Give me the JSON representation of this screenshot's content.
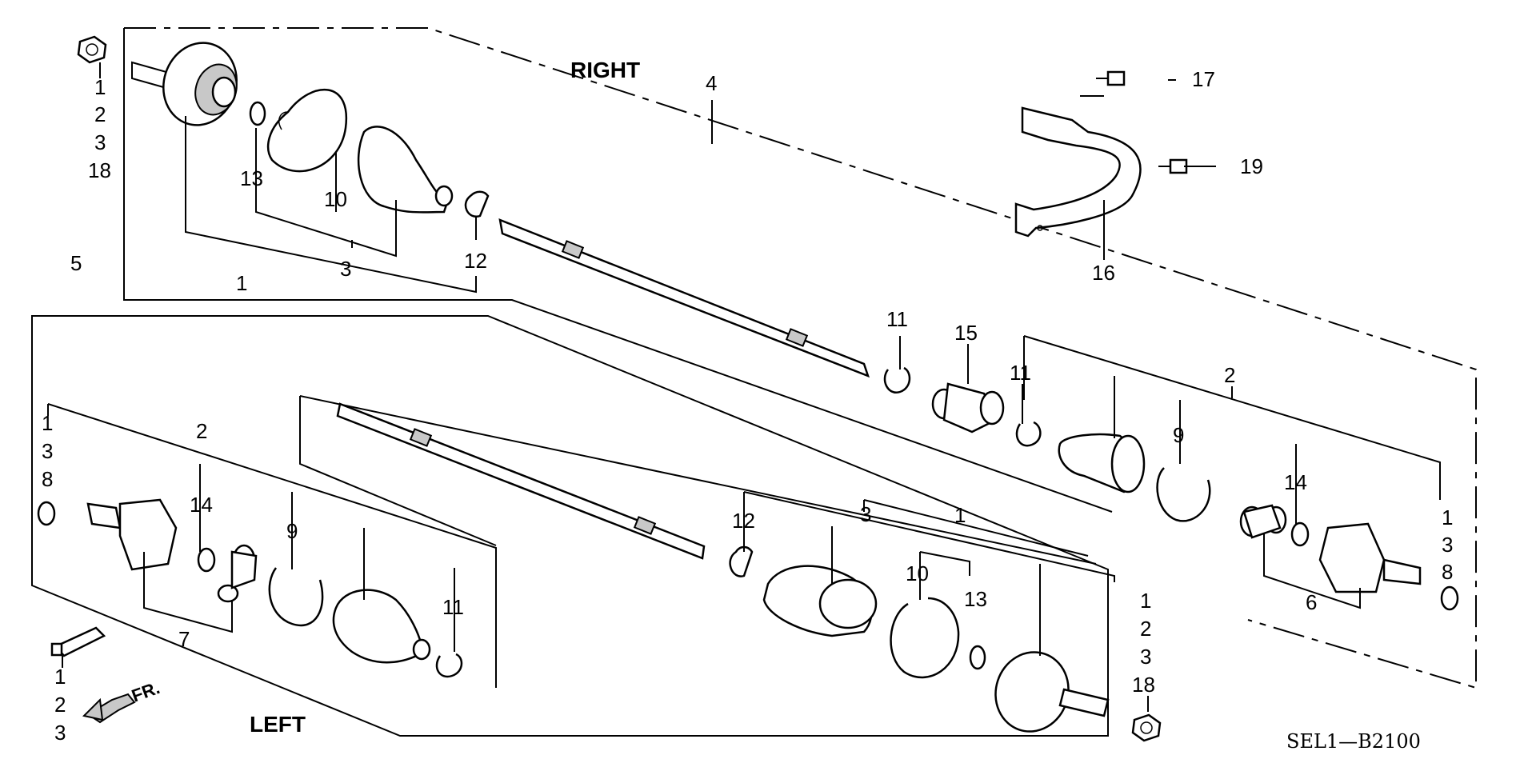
{
  "diagram": {
    "section_labels": {
      "right": "RIGHT",
      "left": "LEFT",
      "front": "FR."
    },
    "drawing_code": "SEL1—B2100",
    "callouts": [
      {
        "id": "c-tl-1",
        "text": "1"
      },
      {
        "id": "c-tl-2",
        "text": "2"
      },
      {
        "id": "c-tl-3",
        "text": "3"
      },
      {
        "id": "c-tl-18",
        "text": "18"
      },
      {
        "id": "c-r-13",
        "text": "13"
      },
      {
        "id": "c-r-10",
        "text": "10"
      },
      {
        "id": "c-r-3",
        "text": "3"
      },
      {
        "id": "c-r-1",
        "text": "1"
      },
      {
        "id": "c-r-12",
        "text": "12"
      },
      {
        "id": "c-r-4",
        "text": "4"
      },
      {
        "id": "c-17",
        "text": "17"
      },
      {
        "id": "c-19",
        "text": "19"
      },
      {
        "id": "c-16",
        "text": "16"
      },
      {
        "id": "c-l-5",
        "text": "5"
      },
      {
        "id": "c-r-11a",
        "text": "11"
      },
      {
        "id": "c-15",
        "text": "15"
      },
      {
        "id": "c-r-11b",
        "text": "11"
      },
      {
        "id": "c-r-2",
        "text": "2"
      },
      {
        "id": "c-r-9",
        "text": "9"
      },
      {
        "id": "c-r-14",
        "text": "14"
      },
      {
        "id": "c-r-6",
        "text": "6"
      },
      {
        "id": "c-rr-1",
        "text": "1"
      },
      {
        "id": "c-rr-3",
        "text": "3"
      },
      {
        "id": "c-rr-8",
        "text": "8"
      },
      {
        "id": "c-ll-1",
        "text": "1"
      },
      {
        "id": "c-ll-3",
        "text": "3"
      },
      {
        "id": "c-ll-8",
        "text": "8"
      },
      {
        "id": "c-l-2",
        "text": "2"
      },
      {
        "id": "c-l-14",
        "text": "14"
      },
      {
        "id": "c-l-9",
        "text": "9"
      },
      {
        "id": "c-l-7",
        "text": "7"
      },
      {
        "id": "c-l-11",
        "text": "11"
      },
      {
        "id": "c-l-12",
        "text": "12"
      },
      {
        "id": "c-l-3",
        "text": "3"
      },
      {
        "id": "c-l-1",
        "text": "1"
      },
      {
        "id": "c-l-10",
        "text": "10"
      },
      {
        "id": "c-l-13",
        "text": "13"
      },
      {
        "id": "c-lb-1",
        "text": "1"
      },
      {
        "id": "c-lb-2",
        "text": "2"
      },
      {
        "id": "c-lb-3",
        "text": "3"
      },
      {
        "id": "c-lb-18",
        "text": "18"
      },
      {
        "id": "c-grease-1",
        "text": "1"
      },
      {
        "id": "c-grease-2",
        "text": "2"
      },
      {
        "id": "c-grease-3",
        "text": "3"
      }
    ]
  }
}
